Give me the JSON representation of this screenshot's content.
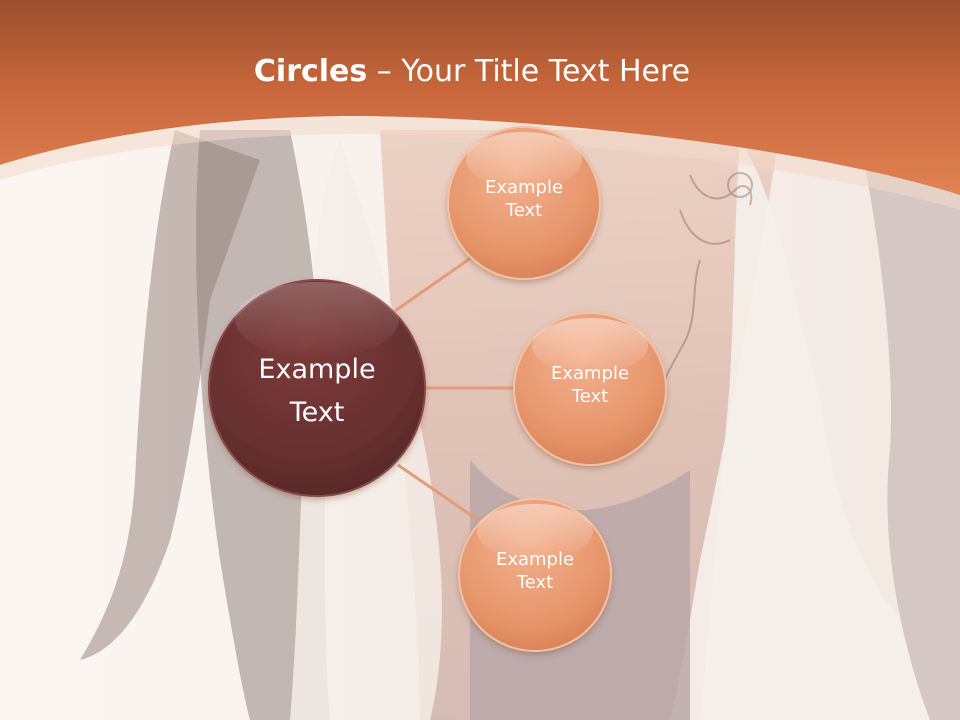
{
  "title": {
    "bold": "Circles",
    "separator": " – ",
    "rest": "Your Title Text Here"
  },
  "center_circle": {
    "line1": "Example",
    "line2": "Text"
  },
  "satellites": [
    {
      "line1": "Example",
      "line2": "Text"
    },
    {
      "line1": "Example",
      "line2": "Text"
    },
    {
      "line1": "Example",
      "line2": "Text"
    }
  ],
  "colors": {
    "header_orange": "#d97b4c",
    "circle_orange": "#e9986c",
    "center_dark": "#6b2e2e",
    "connector": "#e39b78"
  }
}
